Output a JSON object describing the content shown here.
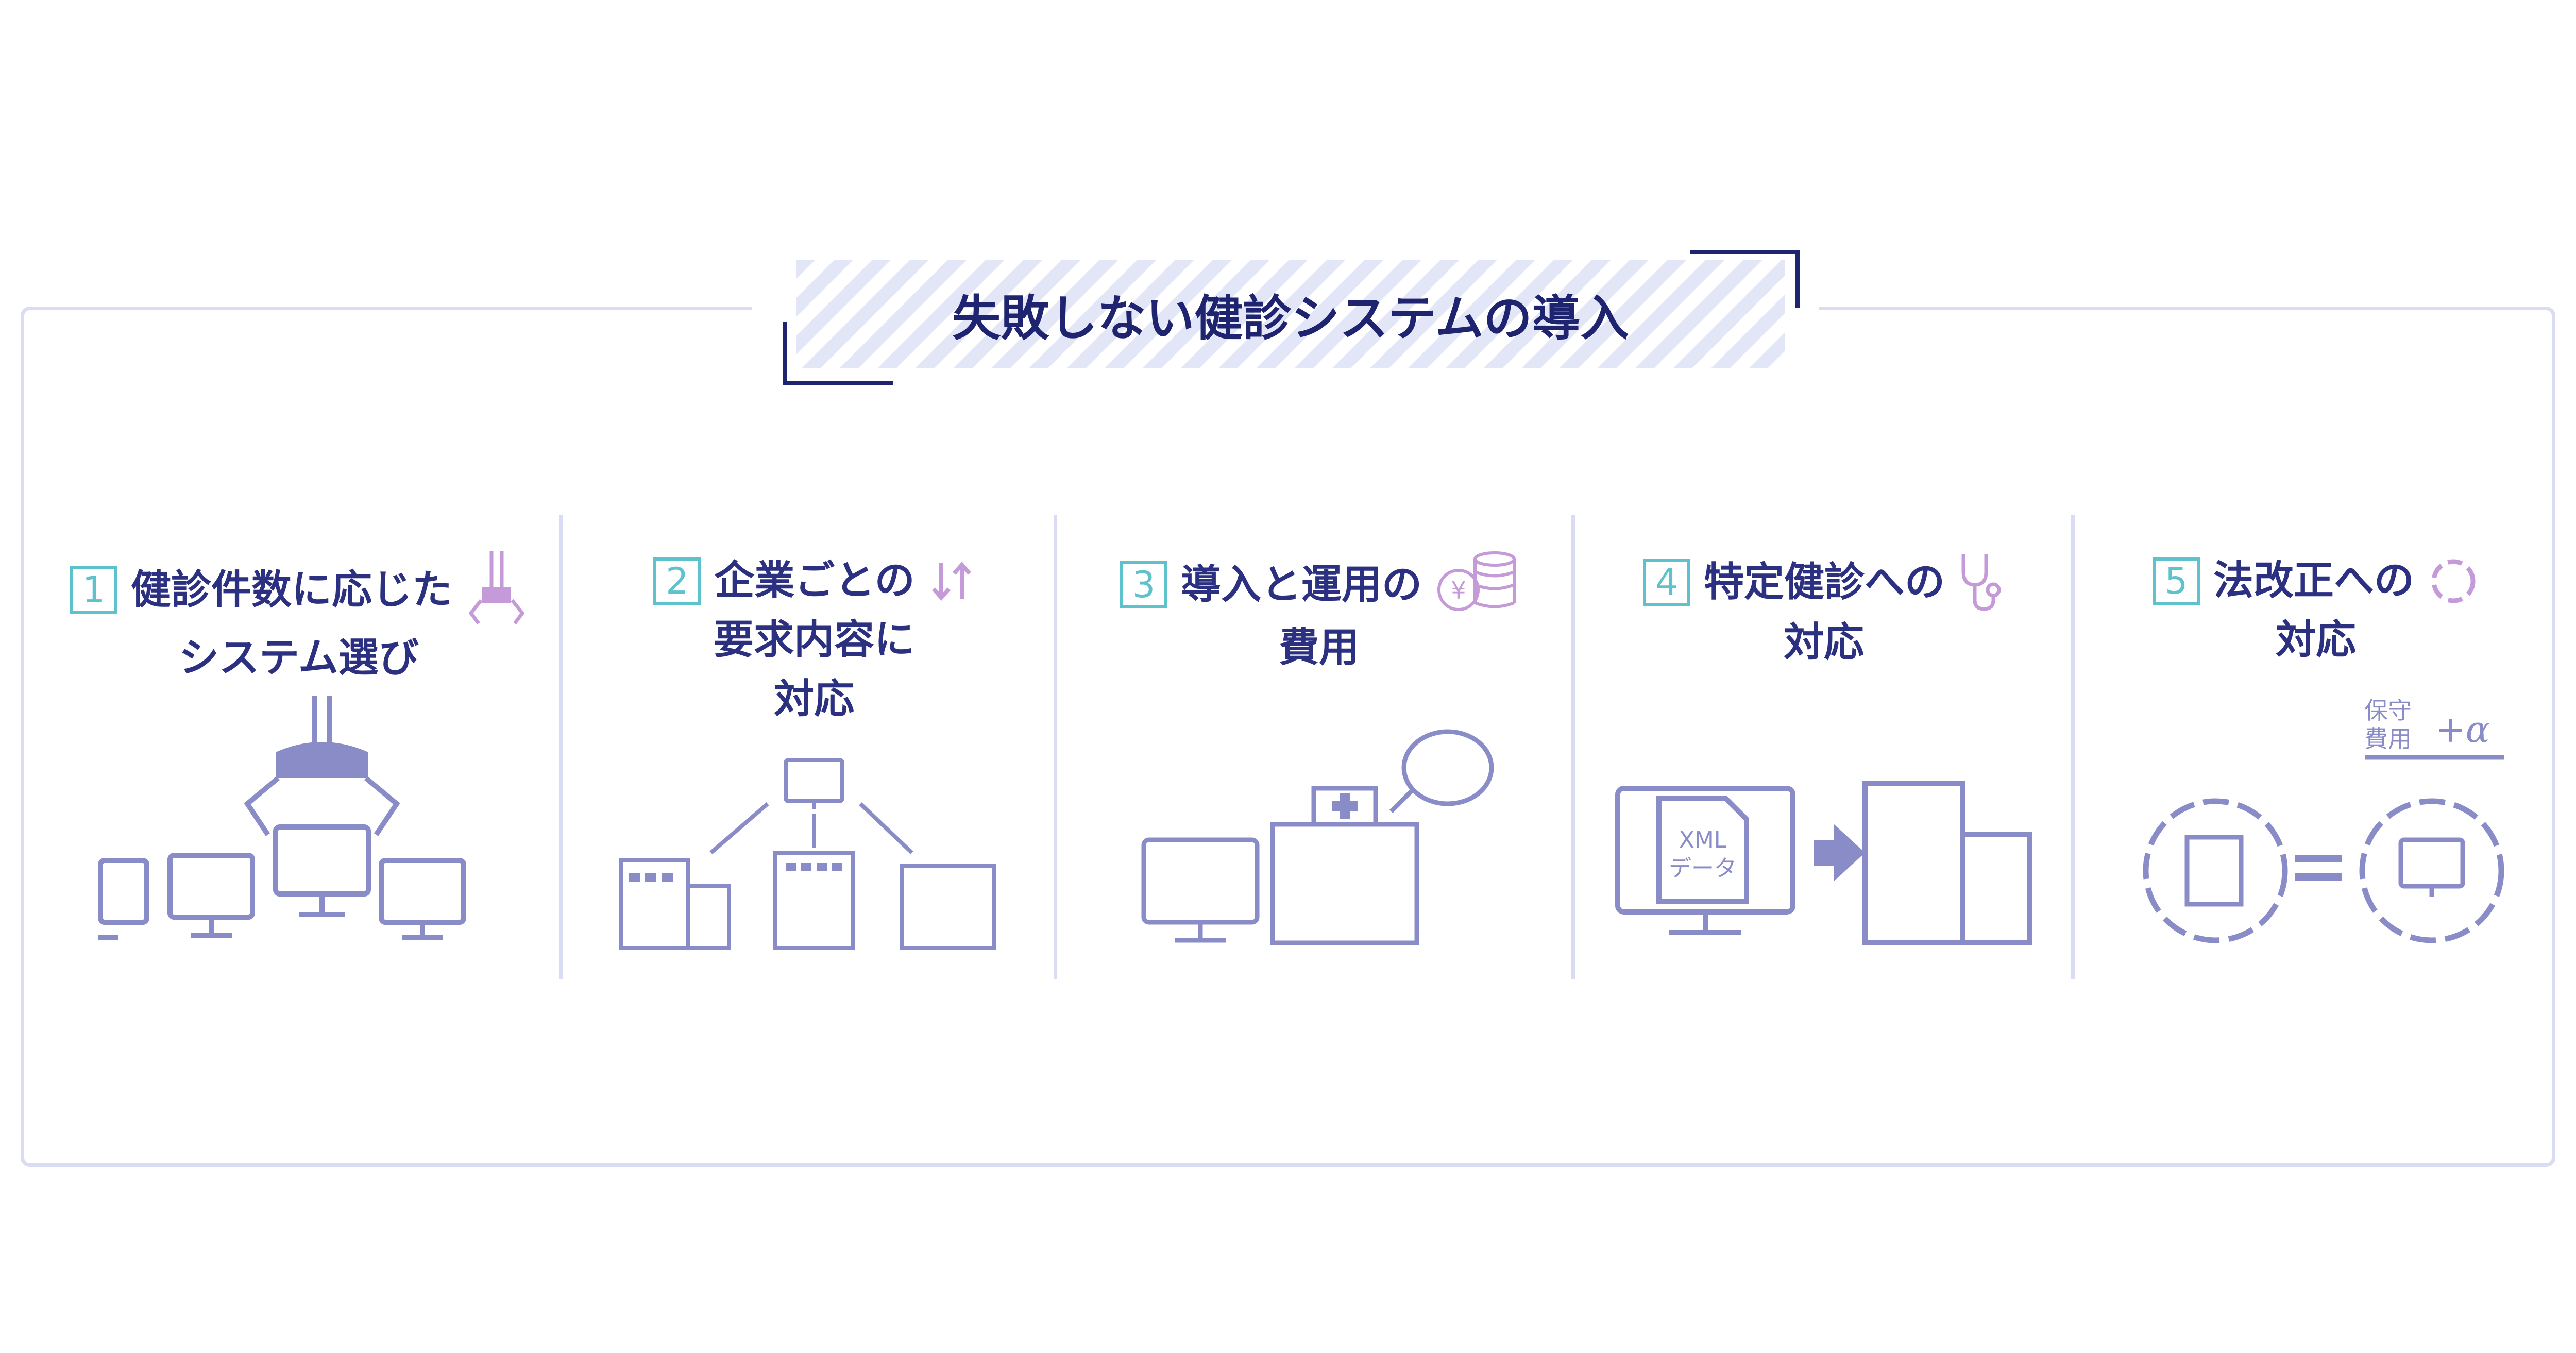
{
  "title": "失敗しない健診システムの導入",
  "colors": {
    "frame": "#d9dcf3",
    "navy": "#1f2470",
    "accent_teal": "#5ec2cc",
    "illustration": "#8a8cc7",
    "icon_pink": "#c49ad8"
  },
  "items": [
    {
      "num": "1",
      "line1": "健診件数に応じた",
      "line2": "システム選び",
      "line3": "",
      "icon": "claw-icon"
    },
    {
      "num": "2",
      "line1": "企業ごとの",
      "line2": "要求内容に",
      "line3": "対応",
      "icon": "up-down-arrows-icon"
    },
    {
      "num": "3",
      "line1": "導入と運用の",
      "line2": "費用",
      "line3": "",
      "icon": "yen-coins-icon"
    },
    {
      "num": "4",
      "line1": "特定健診への",
      "line2": "対応",
      "line3": "",
      "icon": "stethoscope-icon"
    },
    {
      "num": "5",
      "line1": "法改正への",
      "line2": "対応",
      "line3": "",
      "icon": "refresh-icon"
    }
  ],
  "illustrations": {
    "xml_doc": {
      "line1": "XML",
      "line2": "データ"
    },
    "cost": {
      "line1": "保守",
      "line2": "費用",
      "plus": "+α"
    },
    "equals": "="
  }
}
